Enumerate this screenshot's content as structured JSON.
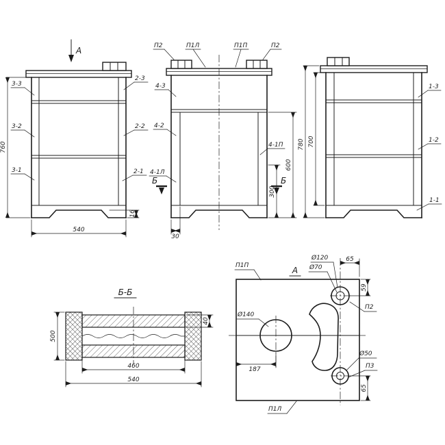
{
  "meta": {
    "ink": "#1c1c1c",
    "background": "#ffffff"
  },
  "front_view": {
    "view_marker": "А",
    "left_labels": [
      "3-3",
      "3-2",
      "3-1"
    ],
    "right_labels": [
      "2-3",
      "2-2",
      "2-1"
    ],
    "dim_height": "760",
    "dim_width": "540",
    "dim_plinth": "16"
  },
  "cut_view": {
    "top_labels": [
      "П2",
      "П1Л",
      "П1П",
      "П2"
    ],
    "label_4_3": "4-3",
    "label_4_2": "4-2",
    "label_4_1p": "4-1П",
    "label_4_1l": "4-1Л",
    "section_letter": "Б",
    "dim_interior": "600",
    "dim_cut": "300",
    "dim_wall": "30"
  },
  "side_view": {
    "right_labels": [
      "1-3",
      "1-2",
      "1-1"
    ],
    "dim_total": "780",
    "dim_body": "700"
  },
  "section_bb": {
    "title": "Б-Б",
    "dim_wall": "40",
    "dim_depth": "500",
    "dim_inner": "460",
    "dim_outer": "540"
  },
  "top_view": {
    "title": "А",
    "label_top_left": "П1П",
    "label_bottom": "П1Л",
    "label_hole_top": "П2",
    "label_hole_bottom": "П3",
    "dim_d120": "Ø120",
    "dim_d70": "Ø70",
    "dim_65_top": "65",
    "dim_59": "59",
    "dim_d140": "Ø140",
    "dim_187": "187",
    "dim_d50": "Ø50",
    "dim_65_bottom": "65"
  }
}
